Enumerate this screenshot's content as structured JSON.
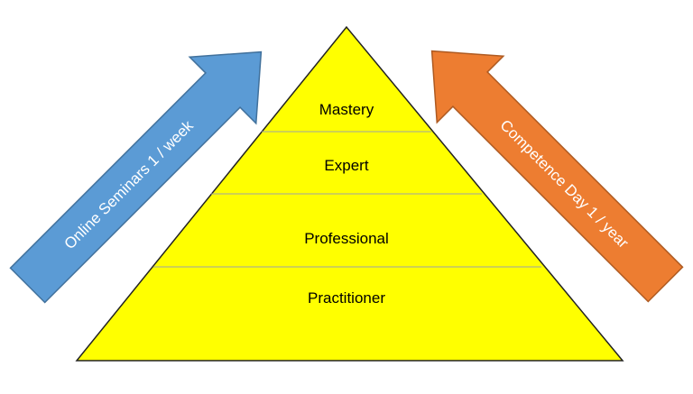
{
  "pyramid": {
    "levels": [
      {
        "label": "Mastery"
      },
      {
        "label": "Expert"
      },
      {
        "label": "Professional"
      },
      {
        "label": "Practitioner"
      }
    ],
    "fill_color": "#ffff00",
    "divider_color": "#9ea3a6"
  },
  "arrows": {
    "left": {
      "label": "Online Seminars 1 / week",
      "color": "#5b9bd5"
    },
    "right": {
      "label": "Competence Day 1 / year",
      "color": "#ed7d31"
    }
  }
}
